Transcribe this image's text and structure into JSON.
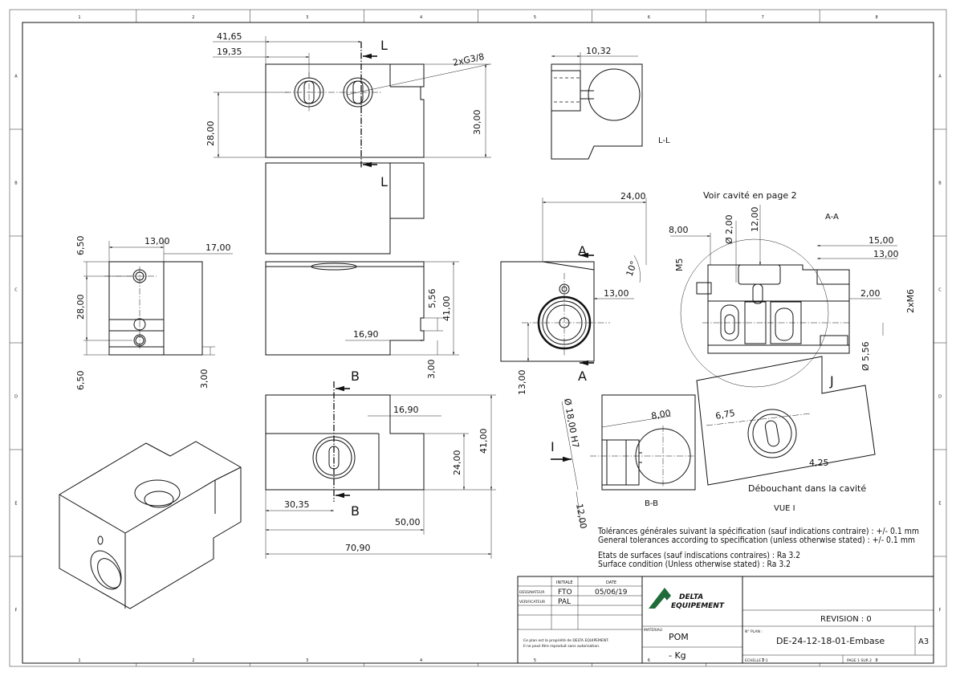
{
  "frame": {
    "col_labels": [
      "1",
      "2",
      "3",
      "4",
      "5",
      "6",
      "7",
      "8"
    ],
    "row_labels": [
      "A",
      "B",
      "C",
      "D",
      "E",
      "F"
    ]
  },
  "dims": {
    "d41_65": "41,65",
    "d19_35": "19,35",
    "thread": "2xG3/8",
    "d28_top": "28,00",
    "d30": "30,00",
    "d10_32": "10,32",
    "d24_side": "24,00",
    "d13_side": "13,00",
    "d10deg": "10°",
    "d13_left": "13,00",
    "d13_vert": "13,00",
    "d17": "17,00",
    "d6_50a": "6,50",
    "d28_left": "28,00",
    "d6_50b": "6,50",
    "d3_left": "3,00",
    "d5_56_front": "5,56",
    "d41_front": "41,00",
    "d16_90_front": "16,90",
    "d3_front": "3,00",
    "d16_90_bot": "16,90",
    "d41_bot": "41,00",
    "d24_bot": "24,00",
    "d30_35": "30,35",
    "d50": "50,00",
    "d70_90": "70,90",
    "d8_aa": "8,00",
    "dphi2": "Ø 2,00",
    "d12_aa": "12,00",
    "m5": "M5",
    "d15": "15,00",
    "d13_aa": "13,00",
    "d2_aa": "2,00",
    "m6": "2xM6",
    "dphi5_56": "Ø 5,56",
    "dphi18": "Ø 18,00 H7",
    "d8_bb": "8,00",
    "d12_bb": "12,00",
    "d6_75": "6,75",
    "d4_25": "4,25"
  },
  "labels": {
    "sec_L_top": "L",
    "sec_L_bot": "L",
    "sec_LL": "L-L",
    "sec_A_top": "A",
    "sec_A_bot": "A",
    "sec_AA": "A-A",
    "voir": "Voir cavité en page 2",
    "sec_B_top": "B",
    "sec_B_bot": "B",
    "sec_BB": "B-B",
    "sec_I": "I",
    "view_J": "J",
    "debouchant": "Débouchant dans la cavité",
    "vue_i": "VUE I"
  },
  "notes": {
    "line1": "Tolérances générales suivant la spécification (sauf indications contraire) : +/- 0.1 mm",
    "line2": "General tolerances according to specification (unless otherwise stated) : +/- 0.1 mm",
    "line3": "Etats de surfaces (sauf indiscations contraires) : Ra 3.2",
    "line4": "Surface condition (Unless otherwise stated) : Ra 3.2"
  },
  "title_block": {
    "hdr_initiale": "INITIALE",
    "hdr_date": "DATE",
    "row1_label": "DESSINATEUR",
    "row1_initials": "FTO",
    "row1_date": "05/06/19",
    "row2_label": "VERIFICATEUR",
    "row2_initials": "PAL",
    "logo_line1": "DELTA",
    "logo_line2": "EQUIPEMENT",
    "logo_color": "#1f6b3a",
    "property_line1": "Ce plan est la propriété de DELTA EQUIPEMENT.",
    "property_line2": "Il ne peut être reproduit sans autorisation.",
    "materiau_label": "MATERIAU",
    "materiau": "POM",
    "mass": "- Kg",
    "revision": "REVISION : 0",
    "plan_label": "N° PLAN :",
    "plan_no": "DE-24-12-18-01-Embase",
    "format": "A3",
    "echelle": "ECHELLE 2:1",
    "page": "PAGE 1 SUR 2"
  }
}
